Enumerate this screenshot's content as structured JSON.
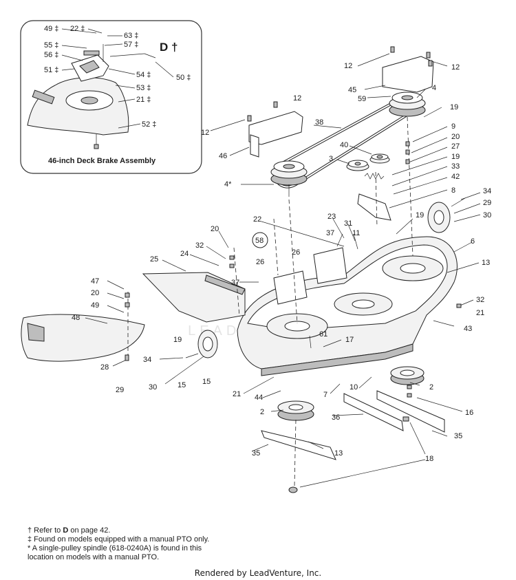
{
  "inset": {
    "title": "46-inch Deck Brake Assembly",
    "ref_letter": "D †",
    "labels": [
      {
        "id": "i49",
        "text": "49 ‡"
      },
      {
        "id": "i22",
        "text": "22 ‡"
      },
      {
        "id": "i63",
        "text": "63 ‡"
      },
      {
        "id": "i57",
        "text": "57 ‡"
      },
      {
        "id": "i55",
        "text": "55 ‡"
      },
      {
        "id": "i56",
        "text": "56 ‡"
      },
      {
        "id": "i51",
        "text": "51 ‡"
      },
      {
        "id": "i54",
        "text": "54 ‡"
      },
      {
        "id": "i53",
        "text": "53 ‡"
      },
      {
        "id": "i21",
        "text": "21 ‡"
      },
      {
        "id": "i50",
        "text": "50 ‡"
      },
      {
        "id": "i52",
        "text": "52 ‡"
      }
    ]
  },
  "callouts": [
    {
      "id": "c12a",
      "text": "12"
    },
    {
      "id": "c12b",
      "text": "12"
    },
    {
      "id": "c12c",
      "text": "12"
    },
    {
      "id": "c12d",
      "text": "12"
    },
    {
      "id": "c45",
      "text": "45"
    },
    {
      "id": "c59",
      "text": "59"
    },
    {
      "id": "c4",
      "text": "4"
    },
    {
      "id": "c19a",
      "text": "19"
    },
    {
      "id": "c38",
      "text": "38"
    },
    {
      "id": "c46",
      "text": "46"
    },
    {
      "id": "c40",
      "text": "40"
    },
    {
      "id": "c3",
      "text": "3"
    },
    {
      "id": "c9",
      "text": "9"
    },
    {
      "id": "c20a",
      "text": "20"
    },
    {
      "id": "c27",
      "text": "27"
    },
    {
      "id": "c19b",
      "text": "19"
    },
    {
      "id": "c33",
      "text": "33"
    },
    {
      "id": "c42",
      "text": "42"
    },
    {
      "id": "c4s",
      "text": "4*"
    },
    {
      "id": "c8",
      "text": "8"
    },
    {
      "id": "c34a",
      "text": "34"
    },
    {
      "id": "c29a",
      "text": "29"
    },
    {
      "id": "c30a",
      "text": "30"
    },
    {
      "id": "c19c",
      "text": "19"
    },
    {
      "id": "c22",
      "text": "22"
    },
    {
      "id": "c23",
      "text": "23"
    },
    {
      "id": "c31",
      "text": "31"
    },
    {
      "id": "c11",
      "text": "11"
    },
    {
      "id": "c37a",
      "text": "37"
    },
    {
      "id": "c20b",
      "text": "20"
    },
    {
      "id": "c58",
      "text": "58"
    },
    {
      "id": "c32a",
      "text": "32"
    },
    {
      "id": "c24",
      "text": "24"
    },
    {
      "id": "c26a",
      "text": "26"
    },
    {
      "id": "c26b",
      "text": "26"
    },
    {
      "id": "c25",
      "text": "25"
    },
    {
      "id": "c6",
      "text": "6"
    },
    {
      "id": "c13a",
      "text": "13"
    },
    {
      "id": "c37b",
      "text": "37"
    },
    {
      "id": "c47",
      "text": "47"
    },
    {
      "id": "c20c",
      "text": "20"
    },
    {
      "id": "c49",
      "text": "49"
    },
    {
      "id": "c48",
      "text": "48"
    },
    {
      "id": "c32b",
      "text": "32"
    },
    {
      "id": "c21a",
      "text": "21"
    },
    {
      "id": "c43",
      "text": "43"
    },
    {
      "id": "c19d",
      "text": "19"
    },
    {
      "id": "c61",
      "text": "61"
    },
    {
      "id": "c17",
      "text": "17"
    },
    {
      "id": "c28",
      "text": "28"
    },
    {
      "id": "c34b",
      "text": "34"
    },
    {
      "id": "c30b",
      "text": "30"
    },
    {
      "id": "c15a",
      "text": "15"
    },
    {
      "id": "c15b",
      "text": "15"
    },
    {
      "id": "c29b",
      "text": "29"
    },
    {
      "id": "c21b",
      "text": "21"
    },
    {
      "id": "c44",
      "text": "44"
    },
    {
      "id": "c7",
      "text": "7"
    },
    {
      "id": "c10",
      "text": "10"
    },
    {
      "id": "c2a",
      "text": "2"
    },
    {
      "id": "c2b",
      "text": "2"
    },
    {
      "id": "c16",
      "text": "16"
    },
    {
      "id": "c36",
      "text": "36"
    },
    {
      "id": "c35a",
      "text": "35"
    },
    {
      "id": "c35b",
      "text": "35"
    },
    {
      "id": "c13b",
      "text": "13"
    },
    {
      "id": "c18",
      "text": "18"
    }
  ],
  "notes": {
    "n1_prefix": "† Refer to ",
    "n1_bold": "D",
    "n1_suffix": " on page 42.",
    "n2": "‡ Found on models equipped with a manual PTO only.",
    "n3": "* A single-pulley spindle (618-0240A) is found in this",
    "n4": "  location on models with a manual PTO."
  },
  "watermark": "LEADVENTURE",
  "credit": "Rendered by LeadVenture, Inc."
}
